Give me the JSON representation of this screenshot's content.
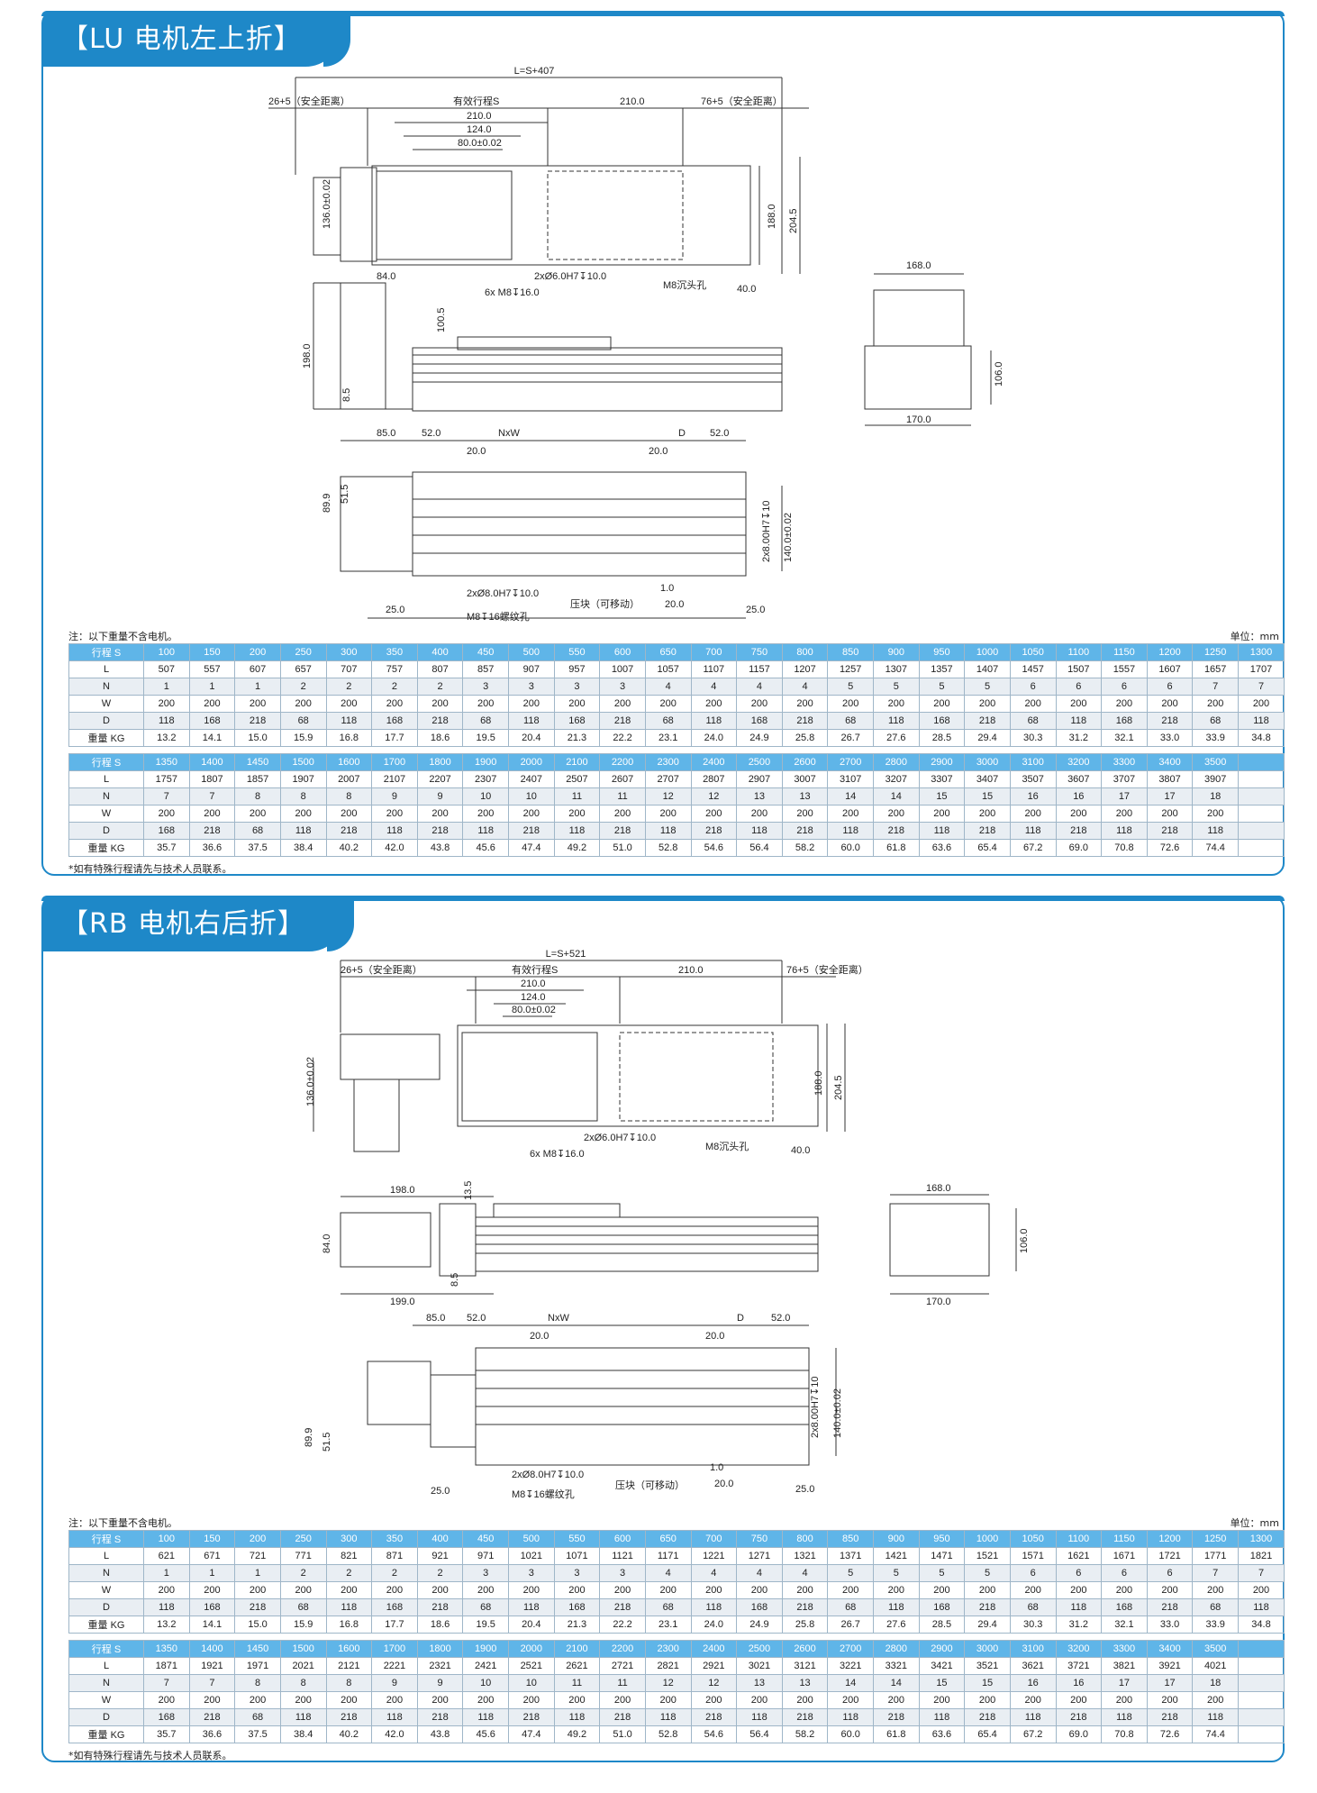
{
  "sections": [
    {
      "title": "【LU 电机左上折】",
      "dims": {
        "total_length": "L=S+407",
        "safe_left": "26+5（安全距离）",
        "effective_stroke": "有效行程S",
        "d210a": "210.0",
        "d210b": "210.0",
        "safe_right": "76+5（安全距离）",
        "d124": "124.0",
        "d80": "80.0±0.02",
        "d136": "136.0±0.02",
        "d188": "188.0",
        "d204": "204.5",
        "hole_pin": "2xØ6.0H7↧10.0",
        "hole_m8cb": "M8沉头孔",
        "hole_6xm8": "6x M8↧16.0",
        "d40": "40.0",
        "d84": "84.0",
        "d100": "100.5",
        "d198": "198.0",
        "d8": "8.5",
        "d168": "168.0",
        "d106": "106.0",
        "d170": "170.0",
        "d85": "85.0",
        "d52a": "52.0",
        "nxw": "NxW",
        "dD": "D",
        "d52b": "52.0",
        "d20a": "20.0",
        "d20b": "20.0",
        "d89": "89.9",
        "d51": "51.5",
        "pin8": "2x8.00H7↧10",
        "d140": "140.0±0.02",
        "d25a": "25.0",
        "hole_pin8": "2xØ8.0H7↧10.0",
        "hole_m8t": "M8↧16螺纹孔",
        "block": "压块（可移动）",
        "d1": "1.0",
        "d20c": "20.0",
        "d25b": "25.0"
      },
      "note": "注：以下重量不含电机。",
      "unit": "单位：mm",
      "table1": {
        "rows": [
          {
            "label": "行程 S",
            "values": [
              "100",
              "150",
              "200",
              "250",
              "300",
              "350",
              "400",
              "450",
              "500",
              "550",
              "600",
              "650",
              "700",
              "750",
              "800",
              "850",
              "900",
              "950",
              "1000",
              "1050",
              "1100",
              "1150",
              "1200",
              "1250",
              "1300"
            ]
          },
          {
            "label": "L",
            "values": [
              "507",
              "557",
              "607",
              "657",
              "707",
              "757",
              "807",
              "857",
              "907",
              "957",
              "1007",
              "1057",
              "1107",
              "1157",
              "1207",
              "1257",
              "1307",
              "1357",
              "1407",
              "1457",
              "1507",
              "1557",
              "1607",
              "1657",
              "1707"
            ]
          },
          {
            "label": "N",
            "values": [
              "1",
              "1",
              "1",
              "2",
              "2",
              "2",
              "2",
              "3",
              "3",
              "3",
              "3",
              "4",
              "4",
              "4",
              "4",
              "5",
              "5",
              "5",
              "5",
              "6",
              "6",
              "6",
              "6",
              "7",
              "7"
            ]
          },
          {
            "label": "W",
            "values": [
              "200",
              "200",
              "200",
              "200",
              "200",
              "200",
              "200",
              "200",
              "200",
              "200",
              "200",
              "200",
              "200",
              "200",
              "200",
              "200",
              "200",
              "200",
              "200",
              "200",
              "200",
              "200",
              "200",
              "200",
              "200"
            ]
          },
          {
            "label": "D",
            "values": [
              "118",
              "168",
              "218",
              "68",
              "118",
              "168",
              "218",
              "68",
              "118",
              "168",
              "218",
              "68",
              "118",
              "168",
              "218",
              "68",
              "118",
              "168",
              "218",
              "68",
              "118",
              "168",
              "218",
              "68",
              "118"
            ]
          },
          {
            "label": "重量 KG",
            "values": [
              "13.2",
              "14.1",
              "15.0",
              "15.9",
              "16.8",
              "17.7",
              "18.6",
              "19.5",
              "20.4",
              "21.3",
              "22.2",
              "23.1",
              "24.0",
              "24.9",
              "25.8",
              "26.7",
              "27.6",
              "28.5",
              "29.4",
              "30.3",
              "31.2",
              "32.1",
              "33.0",
              "33.9",
              "34.8"
            ]
          }
        ]
      },
      "table2": {
        "rows": [
          {
            "label": "行程 S",
            "values": [
              "1350",
              "1400",
              "1450",
              "1500",
              "1600",
              "1700",
              "1800",
              "1900",
              "2000",
              "2100",
              "2200",
              "2300",
              "2400",
              "2500",
              "2600",
              "2700",
              "2800",
              "2900",
              "3000",
              "3100",
              "3200",
              "3300",
              "3400",
              "3500",
              ""
            ]
          },
          {
            "label": "L",
            "values": [
              "1757",
              "1807",
              "1857",
              "1907",
              "2007",
              "2107",
              "2207",
              "2307",
              "2407",
              "2507",
              "2607",
              "2707",
              "2807",
              "2907",
              "3007",
              "3107",
              "3207",
              "3307",
              "3407",
              "3507",
              "3607",
              "3707",
              "3807",
              "3907",
              ""
            ]
          },
          {
            "label": "N",
            "values": [
              "7",
              "7",
              "8",
              "8",
              "8",
              "9",
              "9",
              "10",
              "10",
              "11",
              "11",
              "12",
              "12",
              "13",
              "13",
              "14",
              "14",
              "15",
              "15",
              "16",
              "16",
              "17",
              "17",
              "18",
              ""
            ]
          },
          {
            "label": "W",
            "values": [
              "200",
              "200",
              "200",
              "200",
              "200",
              "200",
              "200",
              "200",
              "200",
              "200",
              "200",
              "200",
              "200",
              "200",
              "200",
              "200",
              "200",
              "200",
              "200",
              "200",
              "200",
              "200",
              "200",
              "200",
              ""
            ]
          },
          {
            "label": "D",
            "values": [
              "168",
              "218",
              "68",
              "118",
              "218",
              "118",
              "218",
              "118",
              "218",
              "118",
              "218",
              "118",
              "218",
              "118",
              "218",
              "118",
              "218",
              "118",
              "218",
              "118",
              "218",
              "118",
              "218",
              "118",
              ""
            ]
          },
          {
            "label": "重量 KG",
            "values": [
              "35.7",
              "36.6",
              "37.5",
              "38.4",
              "40.2",
              "42.0",
              "43.8",
              "45.6",
              "47.4",
              "49.2",
              "51.0",
              "52.8",
              "54.6",
              "56.4",
              "58.2",
              "60.0",
              "61.8",
              "63.6",
              "65.4",
              "67.2",
              "69.0",
              "70.8",
              "72.6",
              "74.4",
              ""
            ]
          }
        ]
      },
      "footnote": "*如有特殊行程请先与技术人员联系。"
    },
    {
      "title": "【RB 电机右后折】",
      "dims": {
        "total_length": "L=S+521",
        "safe_left": "26+5（安全距离）",
        "effective_stroke": "有效行程S",
        "d210a": "210.0",
        "d210b": "210.0",
        "safe_right": "76+5（安全距离）",
        "d124": "124.0",
        "d80": "80.0±0.02",
        "d136": "136.0±0.02",
        "d188": "188.0",
        "d204": "204.5",
        "hole_pin": "2xØ6.0H7↧10.0",
        "hole_m8cb": "M8沉头孔",
        "hole_6xm8": "6x M8↧16.0",
        "d40": "40.0",
        "d198": "198.0",
        "d13": "13.5",
        "d84": "84.0",
        "d8": "8.5",
        "d199": "199.0",
        "d168": "168.0",
        "d106": "106.0",
        "d170": "170.0",
        "d85": "85.0",
        "d52a": "52.0",
        "nxw": "NxW",
        "dD": "D",
        "d52b": "52.0",
        "d20a": "20.0",
        "d20b": "20.0",
        "d89": "89.9",
        "d51": "51.5",
        "pin8": "2x8.00H7↧10",
        "d140": "140.0±0.02",
        "d25a": "25.0",
        "hole_pin8": "2xØ8.0H7↧10.0",
        "hole_m8t": "M8↧16螺纹孔",
        "block": "压块（可移动）",
        "d1": "1.0",
        "d20c": "20.0",
        "d25b": "25.0"
      },
      "note": "注：以下重量不含电机。",
      "unit": "单位：mm",
      "table1": {
        "rows": [
          {
            "label": "行程 S",
            "values": [
              "100",
              "150",
              "200",
              "250",
              "300",
              "350",
              "400",
              "450",
              "500",
              "550",
              "600",
              "650",
              "700",
              "750",
              "800",
              "850",
              "900",
              "950",
              "1000",
              "1050",
              "1100",
              "1150",
              "1200",
              "1250",
              "1300"
            ]
          },
          {
            "label": "L",
            "values": [
              "621",
              "671",
              "721",
              "771",
              "821",
              "871",
              "921",
              "971",
              "1021",
              "1071",
              "1121",
              "1171",
              "1221",
              "1271",
              "1321",
              "1371",
              "1421",
              "1471",
              "1521",
              "1571",
              "1621",
              "1671",
              "1721",
              "1771",
              "1821"
            ]
          },
          {
            "label": "N",
            "values": [
              "1",
              "1",
              "1",
              "2",
              "2",
              "2",
              "2",
              "3",
              "3",
              "3",
              "3",
              "4",
              "4",
              "4",
              "4",
              "5",
              "5",
              "5",
              "5",
              "6",
              "6",
              "6",
              "6",
              "7",
              "7"
            ]
          },
          {
            "label": "W",
            "values": [
              "200",
              "200",
              "200",
              "200",
              "200",
              "200",
              "200",
              "200",
              "200",
              "200",
              "200",
              "200",
              "200",
              "200",
              "200",
              "200",
              "200",
              "200",
              "200",
              "200",
              "200",
              "200",
              "200",
              "200",
              "200"
            ]
          },
          {
            "label": "D",
            "values": [
              "118",
              "168",
              "218",
              "68",
              "118",
              "168",
              "218",
              "68",
              "118",
              "168",
              "218",
              "68",
              "118",
              "168",
              "218",
              "68",
              "118",
              "168",
              "218",
              "68",
              "118",
              "168",
              "218",
              "68",
              "118"
            ]
          },
          {
            "label": "重量 KG",
            "values": [
              "13.2",
              "14.1",
              "15.0",
              "15.9",
              "16.8",
              "17.7",
              "18.6",
              "19.5",
              "20.4",
              "21.3",
              "22.2",
              "23.1",
              "24.0",
              "24.9",
              "25.8",
              "26.7",
              "27.6",
              "28.5",
              "29.4",
              "30.3",
              "31.2",
              "32.1",
              "33.0",
              "33.9",
              "34.8"
            ]
          }
        ]
      },
      "table2": {
        "rows": [
          {
            "label": "行程 S",
            "values": [
              "1350",
              "1400",
              "1450",
              "1500",
              "1600",
              "1700",
              "1800",
              "1900",
              "2000",
              "2100",
              "2200",
              "2300",
              "2400",
              "2500",
              "2600",
              "2700",
              "2800",
              "2900",
              "3000",
              "3100",
              "3200",
              "3300",
              "3400",
              "3500",
              ""
            ]
          },
          {
            "label": "L",
            "values": [
              "1871",
              "1921",
              "1971",
              "2021",
              "2121",
              "2221",
              "2321",
              "2421",
              "2521",
              "2621",
              "2721",
              "2821",
              "2921",
              "3021",
              "3121",
              "3221",
              "3321",
              "3421",
              "3521",
              "3621",
              "3721",
              "3821",
              "3921",
              "4021",
              ""
            ]
          },
          {
            "label": "N",
            "values": [
              "7",
              "7",
              "8",
              "8",
              "8",
              "9",
              "9",
              "10",
              "10",
              "11",
              "11",
              "12",
              "12",
              "13",
              "13",
              "14",
              "14",
              "15",
              "15",
              "16",
              "16",
              "17",
              "17",
              "18",
              ""
            ]
          },
          {
            "label": "W",
            "values": [
              "200",
              "200",
              "200",
              "200",
              "200",
              "200",
              "200",
              "200",
              "200",
              "200",
              "200",
              "200",
              "200",
              "200",
              "200",
              "200",
              "200",
              "200",
              "200",
              "200",
              "200",
              "200",
              "200",
              "200",
              ""
            ]
          },
          {
            "label": "D",
            "values": [
              "168",
              "218",
              "68",
              "118",
              "218",
              "118",
              "218",
              "118",
              "218",
              "118",
              "218",
              "118",
              "218",
              "118",
              "218",
              "118",
              "218",
              "118",
              "218",
              "118",
              "218",
              "118",
              "218",
              "118",
              ""
            ]
          },
          {
            "label": "重量 KG",
            "values": [
              "35.7",
              "36.6",
              "37.5",
              "38.4",
              "40.2",
              "42.0",
              "43.8",
              "45.6",
              "47.4",
              "49.2",
              "51.0",
              "52.8",
              "54.6",
              "56.4",
              "58.2",
              "60.0",
              "61.8",
              "63.6",
              "65.4",
              "67.2",
              "69.0",
              "70.8",
              "72.6",
              "74.4",
              ""
            ]
          }
        ]
      },
      "footnote": "*如有特殊行程请先与技术人员联系。"
    }
  ]
}
